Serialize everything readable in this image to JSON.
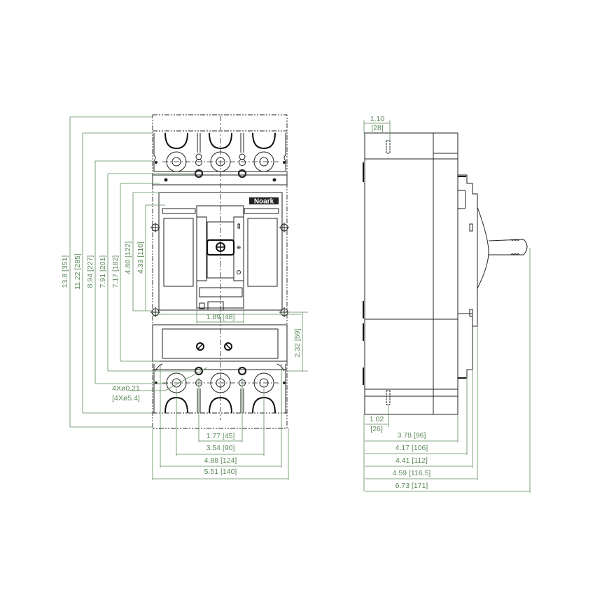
{
  "drawing": {
    "brand_label": "Noark",
    "line_color": "#222222",
    "dimension_color": "#5d8a5a",
    "front_view": {
      "vertical_dimensions": [
        {
          "id": "total_height",
          "label": "13.8 [351]"
        },
        {
          "id": "height_2",
          "label": "11.22 [285]"
        },
        {
          "id": "height_3",
          "label": "8.94 [227]"
        },
        {
          "id": "height_4",
          "label": "7.91 [201]"
        },
        {
          "id": "height_5",
          "label": "7.17 [182]"
        },
        {
          "id": "height_6",
          "label": "4.80 [122]"
        },
        {
          "id": "height_7",
          "label": "4.33 [110]"
        },
        {
          "id": "height_right",
          "label": "2.32 [59]"
        }
      ],
      "horizontal_dimensions": [
        {
          "id": "handle_window",
          "label": "1.89 [48]"
        },
        {
          "id": "pole_pitch",
          "label": "1.77 [45]"
        },
        {
          "id": "width_2",
          "label": "3.54 [90]"
        },
        {
          "id": "width_3",
          "label": "4.88 [124]"
        },
        {
          "id": "total_width",
          "label": "5.51 [140]"
        }
      ],
      "hole_callout": {
        "line1": "4Xø0.21",
        "line2": "[4Xø5.4]"
      }
    },
    "side_view": {
      "top_dimension": {
        "line1": "1.10",
        "line2": "[28]"
      },
      "bottom_dimension": {
        "line1": "1.02",
        "line2": "[26]"
      },
      "depth_dimensions": [
        {
          "id": "depth_1",
          "label": "3.78 [96]"
        },
        {
          "id": "depth_2",
          "label": "4.17 [106]"
        },
        {
          "id": "depth_3",
          "label": "4.41 [112]"
        },
        {
          "id": "depth_4",
          "label": "4.59 [116.5]"
        },
        {
          "id": "depth_total",
          "label": "6.73 [171]"
        }
      ]
    }
  }
}
